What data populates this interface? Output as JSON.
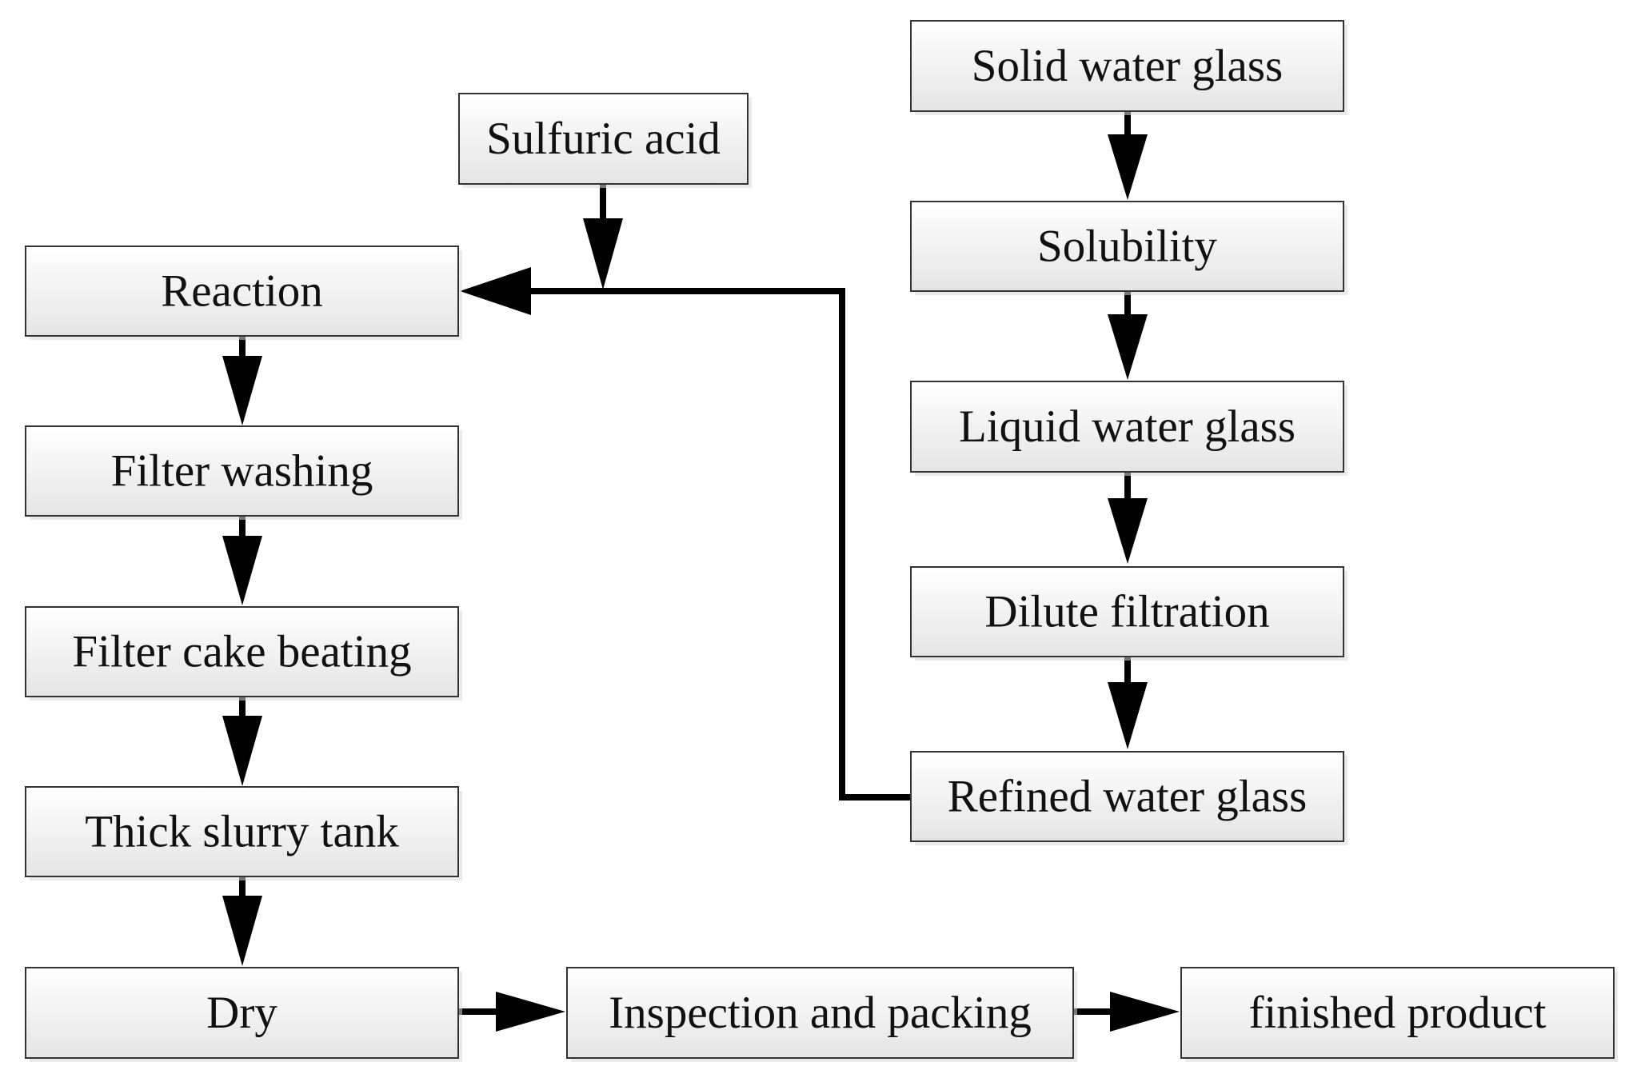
{
  "diagram": {
    "nodes": {
      "sulfuric_acid": "Sulfuric acid",
      "reaction": "Reaction",
      "filter_washing": "Filter washing",
      "filter_cake_beating": "Filter cake beating",
      "thick_slurry_tank": "Thick slurry tank",
      "dry": "Dry",
      "inspection_and_packing": "Inspection and packing",
      "finished_product": "finished product",
      "solid_water_glass": "Solid water glass",
      "solubility": "Solubility",
      "liquid_water_glass": "Liquid water glass",
      "dilute_filtration": "Dilute filtration",
      "refined_water_glass": "Refined water glass"
    },
    "edges": [
      {
        "from": "solid_water_glass",
        "to": "solubility"
      },
      {
        "from": "solubility",
        "to": "liquid_water_glass"
      },
      {
        "from": "liquid_water_glass",
        "to": "dilute_filtration"
      },
      {
        "from": "dilute_filtration",
        "to": "refined_water_glass"
      },
      {
        "from": "refined_water_glass",
        "to": "reaction"
      },
      {
        "from": "sulfuric_acid",
        "to": "reaction"
      },
      {
        "from": "reaction",
        "to": "filter_washing"
      },
      {
        "from": "filter_washing",
        "to": "filter_cake_beating"
      },
      {
        "from": "filter_cake_beating",
        "to": "thick_slurry_tank"
      },
      {
        "from": "thick_slurry_tank",
        "to": "dry"
      },
      {
        "from": "dry",
        "to": "inspection_and_packing"
      },
      {
        "from": "inspection_and_packing",
        "to": "finished_product"
      }
    ]
  }
}
